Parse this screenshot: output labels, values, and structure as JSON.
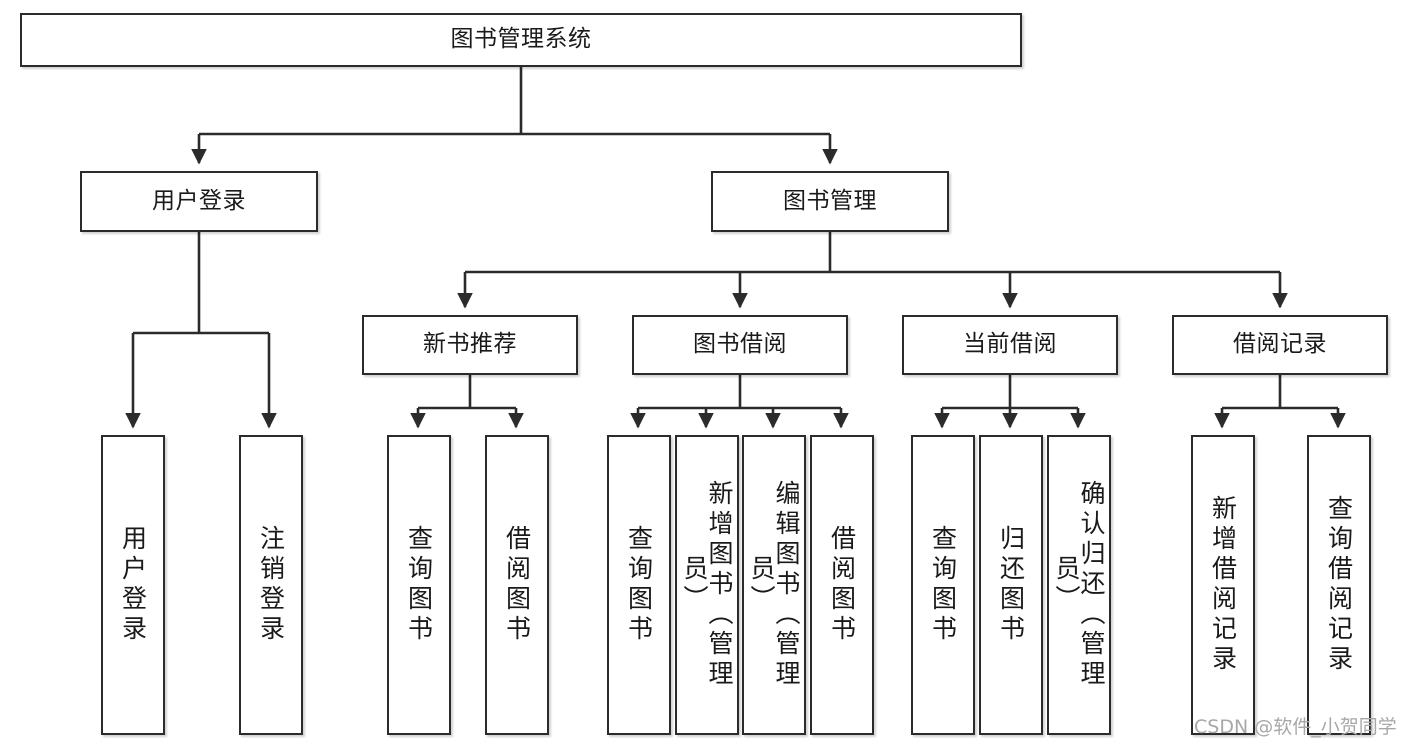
{
  "diagram": {
    "title": "图书管理系统",
    "type": "tree-hierarchy-diagram",
    "watermark": "CSDN @软件_小贺同学",
    "colors": {
      "box_border": "#2b2b2b",
      "box_fill": "#ffffff",
      "edge": "#2b2b2b",
      "text": "#1a1a1a",
      "watermark": "#a8a8a8",
      "background": "#ffffff"
    },
    "root": {
      "id": "root",
      "label": "图书管理系统",
      "orientation": "horizontal"
    },
    "level2": [
      {
        "id": "user-login",
        "label": "用户登录",
        "orientation": "horizontal"
      },
      {
        "id": "book-management",
        "label": "图书管理",
        "orientation": "horizontal"
      }
    ],
    "level3": [
      {
        "id": "new-book-recommend",
        "label": "新书推荐",
        "orientation": "horizontal",
        "parent": "book-management"
      },
      {
        "id": "book-borrow",
        "label": "图书借阅",
        "orientation": "horizontal",
        "parent": "book-management"
      },
      {
        "id": "current-borrow",
        "label": "当前借阅",
        "orientation": "horizontal",
        "parent": "book-management"
      },
      {
        "id": "borrow-record",
        "label": "借阅记录",
        "orientation": "horizontal",
        "parent": "book-management"
      }
    ],
    "leaves": [
      {
        "id": "leaf-user-login",
        "label": "用户登录",
        "orientation": "vertical",
        "parent": "user-login"
      },
      {
        "id": "leaf-logout-login",
        "label": "注销登录",
        "orientation": "vertical",
        "parent": "user-login"
      },
      {
        "id": "leaf-query-book-1",
        "label": "查询图书",
        "orientation": "vertical",
        "parent": "new-book-recommend"
      },
      {
        "id": "leaf-borrow-book-1",
        "label": "借阅图书",
        "orientation": "vertical",
        "parent": "new-book-recommend"
      },
      {
        "id": "leaf-query-book-2",
        "label": "查询图书",
        "orientation": "vertical",
        "parent": "book-borrow"
      },
      {
        "id": "leaf-add-book",
        "label": "新增图书（管理员）",
        "orientation": "vertical",
        "parent": "book-borrow"
      },
      {
        "id": "leaf-edit-book",
        "label": "编辑图书（管理员）",
        "orientation": "vertical",
        "parent": "book-borrow"
      },
      {
        "id": "leaf-borrow-book-2",
        "label": "借阅图书",
        "orientation": "vertical",
        "parent": "book-borrow"
      },
      {
        "id": "leaf-query-book-3",
        "label": "查询图书",
        "orientation": "vertical",
        "parent": "current-borrow"
      },
      {
        "id": "leaf-return-book",
        "label": "归还图书",
        "orientation": "vertical",
        "parent": "current-borrow"
      },
      {
        "id": "leaf-confirm-return",
        "label": "确认归还（管理员）",
        "orientation": "vertical",
        "parent": "current-borrow"
      },
      {
        "id": "leaf-add-borrow-record",
        "label": "新增借阅记录",
        "orientation": "vertical",
        "parent": "borrow-record"
      },
      {
        "id": "leaf-query-borrow-record",
        "label": "查询借阅记录",
        "orientation": "vertical",
        "parent": "borrow-record"
      }
    ]
  }
}
